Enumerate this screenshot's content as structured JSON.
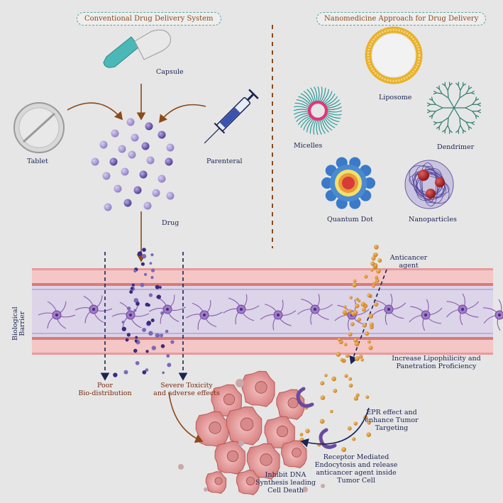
{
  "headers": {
    "conventional": "Conventional Drug Delivery System",
    "nanomedicine": "Nanomedicine Approach for Drug Delivery"
  },
  "conventional": {
    "capsule": "Capsule",
    "tablet": "Tablet",
    "parenteral": "Parenteral",
    "drug": "Drug"
  },
  "nano": {
    "liposome": "Liposome",
    "micelles": "Micelles",
    "dendrimer": "Dendrimer",
    "quantum_dot": "Quantum Dot",
    "nanoparticles": "Nanoparticles"
  },
  "barrier": {
    "label_line1": "Biological",
    "label_line2": "Barrier"
  },
  "outcomes": {
    "poor_line1": "Poor",
    "poor_line2": "Bio-distribution",
    "toxicity_line1": "Severe Toxicity",
    "toxicity_line2": "and adverse effects",
    "anticancer_line1": "Anticancer",
    "anticancer_line2": "agent",
    "lipo_line1": "Increase Lipophilicity and",
    "lipo_line2": "Panetration Proficiency",
    "epr_line1": "EPR effect and",
    "epr_line2": "enhance Tumor",
    "epr_line3": "Targeting",
    "receptor_line1": "Receptor Mediated",
    "receptor_line2": "Endocytosis and release",
    "receptor_line3": "anticancer agent inside",
    "receptor_line4": "Tumor Cell",
    "dna_line1": "Inhibit DNA",
    "dna_line2": "Synthesis leading",
    "dna_line3": "Cell Death"
  },
  "colors": {
    "background": "#e6e6e6",
    "arrow_brown": "#8a4a1a",
    "dash_teal": "#5aa39c",
    "label_navy": "#1a2452",
    "drug_purple": "#5a4a9c",
    "anticancer_orange": "#d58a2a",
    "vessel_pink": "#f4c6c6",
    "neuron_purple": "#8a5cb0",
    "tumor_pink": "#e6a0a0"
  }
}
